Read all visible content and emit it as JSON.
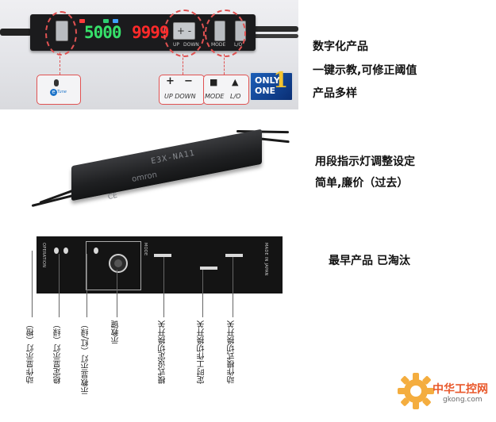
{
  "panel1": {
    "device": {
      "green_display": "5000",
      "red_display": "9999",
      "updown_glyph": "+ -",
      "labels": {
        "up": "UP",
        "down": "DOWN",
        "mode": "MODE",
        "lo": "L/O"
      }
    },
    "callouts": {
      "tune_icon_text": "Tune",
      "up_down": "UP DOWN",
      "plus_glyph": "+",
      "minus_glyph": "−",
      "mode": "MODE",
      "lo": "L/O",
      "mode_glyph": "■",
      "lo_glyph": "▲"
    },
    "badge": {
      "line1": "ONLY",
      "line2": "ONE",
      "digit": "1"
    },
    "caption_lines": [
      "数字化产品",
      "一键示教,可修正阈值",
      "产品多样"
    ]
  },
  "panel2": {
    "model_text": "E3X-NA11",
    "brand_text": "omron",
    "mark_text": "CE",
    "caption_lines": [
      "用段指示灯调整设定",
      "简单,廉价（过去）"
    ]
  },
  "panel3": {
    "caption": "最早产品 已淘汰",
    "part_labels": [
      "动作显示灯（橙）",
      "稳定显示灯（绿）",
      "示教显示灯（红/绿）",
      "示教键",
      "模式设定切换开关",
      "定时工作切换开关",
      "动作模式切换开关"
    ]
  },
  "watermark": {
    "name": "中华工控网",
    "url": "gkong.com"
  },
  "colors": {
    "callout_red": "#e05252",
    "segment_green": "#36e06a",
    "segment_red": "#ff2a2a",
    "badge_blue": "#1c5fb8",
    "watermark_orange": "#e8572a"
  }
}
